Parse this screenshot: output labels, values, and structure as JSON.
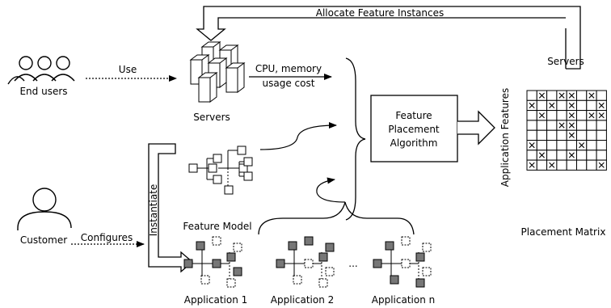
{
  "labels": {
    "allocate": "Allocate Feature Instances",
    "use": "Use",
    "end_users": "End users",
    "servers_top": "Servers",
    "servers_mid": "Servers",
    "cpu_line1": "CPU, memory",
    "cpu_line2": "usage cost",
    "algo_line1": "Feature",
    "algo_line2": "Placement",
    "algo_line3": "Algorithm",
    "app_features": "Application Features",
    "placement_matrix": "Placement Matrix",
    "feature_model": "Feature Model",
    "instantiate": "Instantiate",
    "configures": "Configures",
    "customer": "Customer",
    "app1": "Application 1",
    "app2": "Application 2",
    "appn": "Application n",
    "ellipsis": "..."
  },
  "matrix": {
    "rows": 8,
    "cols": 8,
    "marks": [
      [
        0,
        1
      ],
      [
        0,
        3
      ],
      [
        0,
        4
      ],
      [
        0,
        6
      ],
      [
        1,
        0
      ],
      [
        1,
        2
      ],
      [
        1,
        4
      ],
      [
        1,
        7
      ],
      [
        2,
        1
      ],
      [
        2,
        4
      ],
      [
        2,
        6
      ],
      [
        2,
        7
      ],
      [
        3,
        3
      ],
      [
        3,
        4
      ],
      [
        4,
        4
      ],
      [
        5,
        0
      ],
      [
        5,
        5
      ],
      [
        6,
        1
      ],
      [
        6,
        4
      ],
      [
        7,
        0
      ],
      [
        7,
        2
      ],
      [
        7,
        7
      ]
    ]
  }
}
